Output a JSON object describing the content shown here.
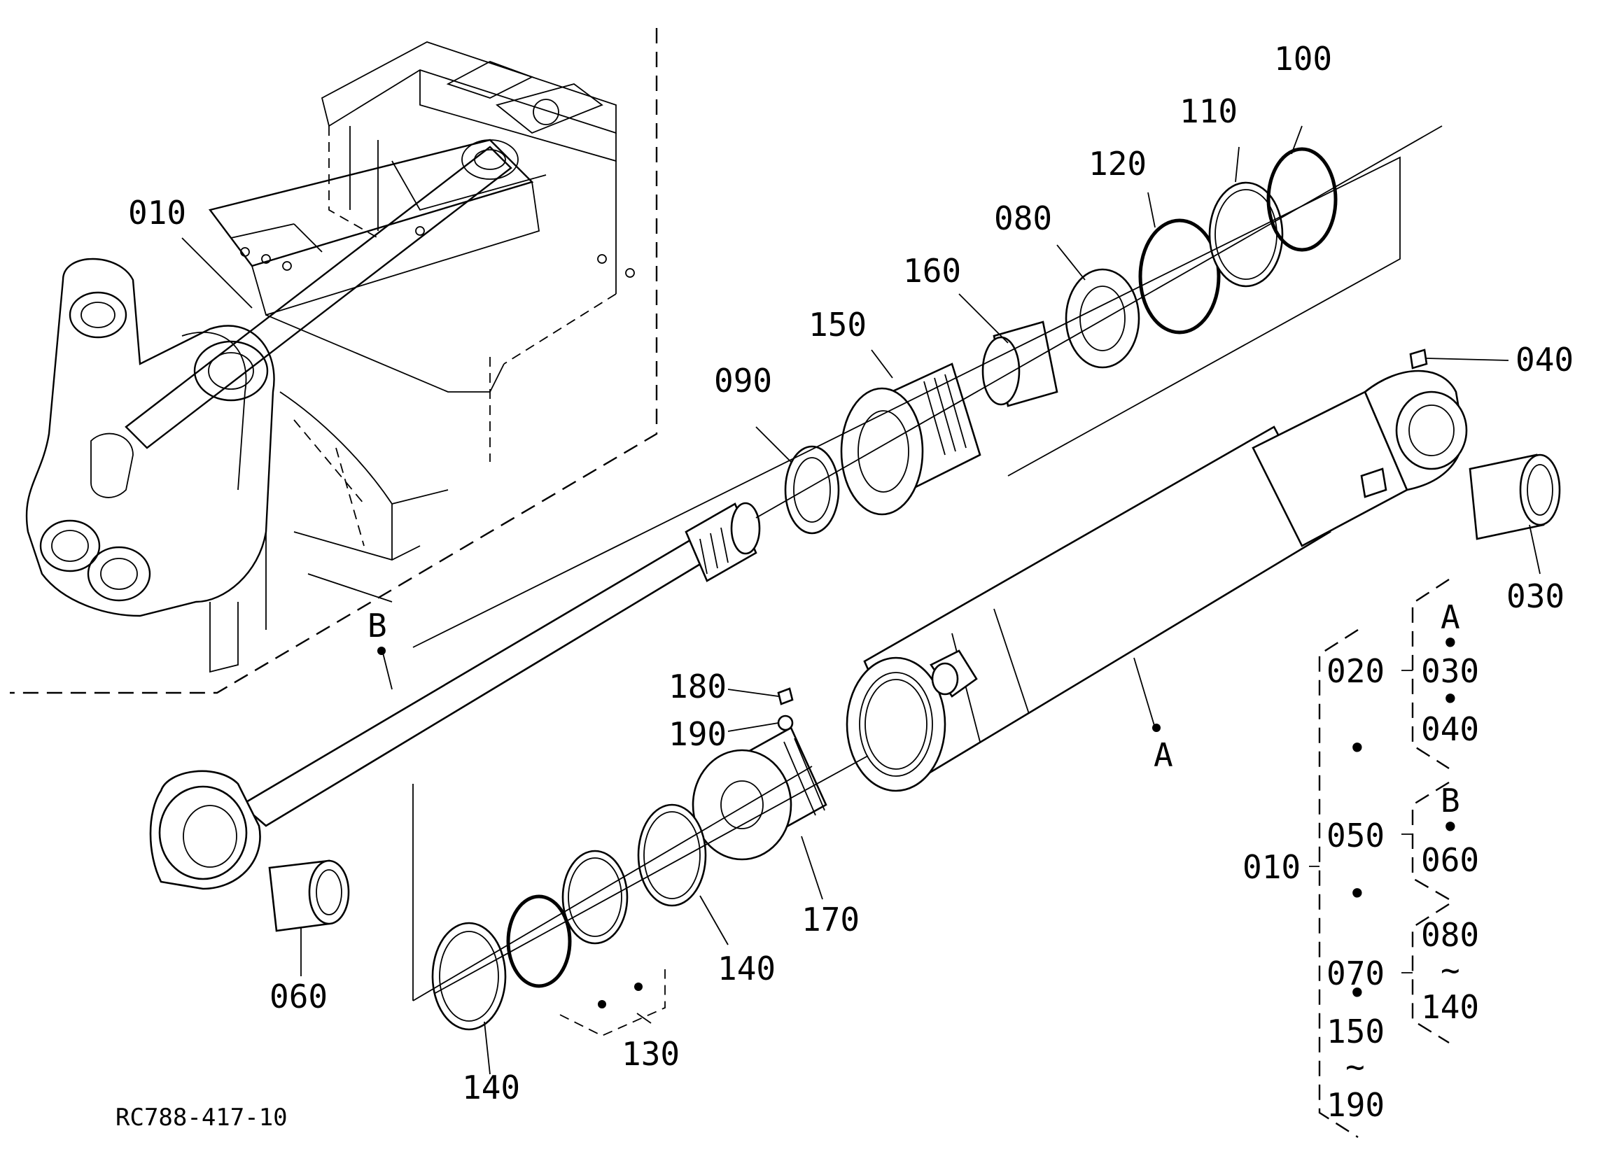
{
  "drawing_code": "RC788-417-10",
  "callouts": {
    "p010": "010",
    "p030": "030",
    "p040": "040",
    "p060": "060",
    "p080": "080",
    "p090": "090",
    "p100": "100",
    "p110": "110",
    "p120": "120",
    "p130": "130",
    "p140a": "140",
    "p140b": "140",
    "p150": "150",
    "p160": "160",
    "p170": "170",
    "p180": "180",
    "p190": "190",
    "refA": "A",
    "refB": "B"
  },
  "assembly_tree": {
    "root": "010",
    "g020": "020",
    "g050": "050",
    "g070": "070",
    "g150": "150",
    "g190": "190",
    "a_label": "A",
    "a030": "030",
    "a040": "040",
    "b_label": "B",
    "b060": "060",
    "r080": "080",
    "r140": "140",
    "tilde": "~",
    "bullet": "•"
  }
}
